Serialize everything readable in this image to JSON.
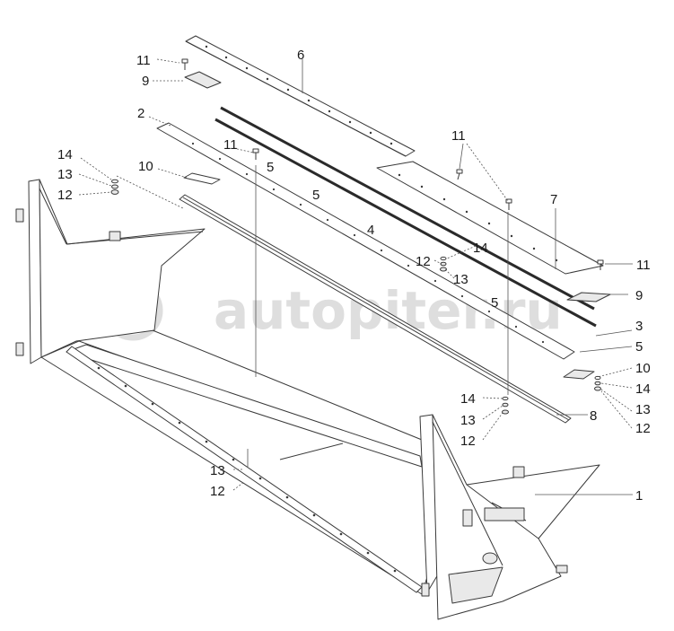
{
  "diagram": {
    "watermark": "autopiter.ru",
    "callouts": [
      {
        "id": "c-11a",
        "text": "11"
      },
      {
        "id": "c-9a",
        "text": "9"
      },
      {
        "id": "c-6",
        "text": "6"
      },
      {
        "id": "c-2",
        "text": "2"
      },
      {
        "id": "c-11b",
        "text": "11"
      },
      {
        "id": "c-5a",
        "text": "5"
      },
      {
        "id": "c-10a",
        "text": "10"
      },
      {
        "id": "c-14a",
        "text": "14"
      },
      {
        "id": "c-13a",
        "text": "13"
      },
      {
        "id": "c-12a",
        "text": "12"
      },
      {
        "id": "c-5b",
        "text": "5"
      },
      {
        "id": "c-4",
        "text": "4"
      },
      {
        "id": "c-11c",
        "text": "11"
      },
      {
        "id": "c-7",
        "text": "7"
      },
      {
        "id": "c-14b",
        "text": "14"
      },
      {
        "id": "c-12b",
        "text": "12"
      },
      {
        "id": "c-13b",
        "text": "13"
      },
      {
        "id": "c-11d",
        "text": "11"
      },
      {
        "id": "c-9b",
        "text": "9"
      },
      {
        "id": "c-5c",
        "text": "5"
      },
      {
        "id": "c-3",
        "text": "3"
      },
      {
        "id": "c-5d",
        "text": "5"
      },
      {
        "id": "c-10b",
        "text": "10"
      },
      {
        "id": "c-14c",
        "text": "14"
      },
      {
        "id": "c-13c",
        "text": "13"
      },
      {
        "id": "c-12c",
        "text": "12"
      },
      {
        "id": "c-14d",
        "text": "14"
      },
      {
        "id": "c-13d",
        "text": "13"
      },
      {
        "id": "c-12d",
        "text": "12"
      },
      {
        "id": "c-8",
        "text": "8"
      },
      {
        "id": "c-13e",
        "text": "13"
      },
      {
        "id": "c-12e",
        "text": "12"
      },
      {
        "id": "c-1",
        "text": "1"
      }
    ]
  }
}
